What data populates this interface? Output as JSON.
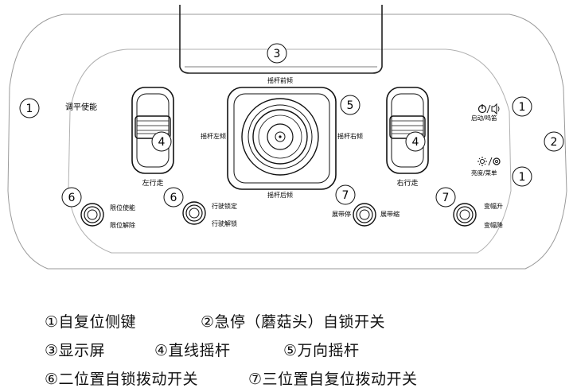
{
  "panel": {
    "callouts": {
      "c1_left": "1",
      "c1_right_top": "1",
      "c1_right_bottom": "1",
      "c2_right": "2",
      "c3_top": "3",
      "c4_left": "4",
      "c4_right": "4",
      "c5_center": "5",
      "c6_a": "6",
      "c6_b": "6",
      "c7_a": "7",
      "c7_b": "7"
    },
    "labels": {
      "level_enable": "调平使能",
      "joystick_front": "摇杆前倾",
      "joystick_back": "摇杆后倾",
      "joystick_left": "摇杆左倾",
      "joystick_right": "摇杆右倾",
      "left_travel": "左行走",
      "right_travel": "右行走",
      "start_horn": "启动/鸣笛",
      "bright_dim": "亮度/菜单",
      "limit_enable": "限位使能",
      "limit_release": "限位解除",
      "travel_lock": "行驶锁定",
      "travel_unlock": "行驶解锁",
      "track_stop": "展带停",
      "track_extend": "展带缩",
      "amplitude_up": "变幅升",
      "amplitude_down": "变幅降"
    },
    "icons": {
      "power_horn": "power-speaker-icon",
      "sun_gear": "sun-gear-icon"
    }
  },
  "legend": {
    "item1": "①自复位侧键",
    "item2": "②急停（蘑菇头）自锁开关",
    "item3": "③显示屏",
    "item4": "④直线摇杆",
    "item5": "⑤万向摇杆",
    "item6": "⑥二位置自锁拨动开关",
    "item7": "⑦三位置自复位拨动开关"
  }
}
